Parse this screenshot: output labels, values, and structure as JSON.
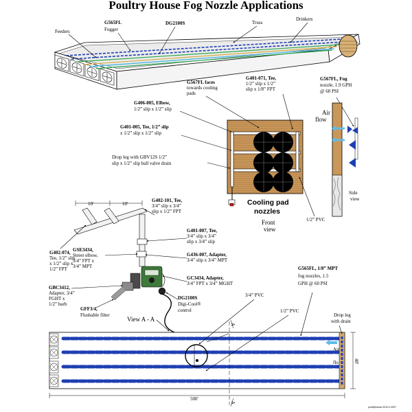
{
  "title": "Poultry House Fog Nozzle Applications",
  "top_labels": {
    "feeders": "Feeders",
    "fogger_code": "G565FL",
    "fogger": "Fogger",
    "dg": "DG2100S",
    "truss": "Truss",
    "drinkers": "Drinkers"
  },
  "cooling_pad": {
    "faces": [
      "G567FL faces",
      "towards cooling",
      "pads"
    ],
    "tee1": [
      "G401-071, Tee,",
      "1/2” slip x 1/2”",
      "slip x 1/8” FPT"
    ],
    "elbow": [
      "G406-005, Elbow,",
      "1/2” slip x 1/2” slip"
    ],
    "tee2": [
      "G401-005, Tee, 1/2” slip",
      "x 1/2” slip x 1/2” slip"
    ],
    "drop": [
      "Drop leg with GBV12S 1/2”",
      "slip x 1/2” slip ball valve drain"
    ],
    "fog_nozzle": [
      "G567FL, Fog",
      "nozzle, 1.9 GPH",
      "@ 60 PSI"
    ],
    "air_flow": [
      "Air",
      "flow"
    ],
    "side_view": [
      "Side",
      "view"
    ],
    "pad_title": [
      "Cooling pad",
      "nozzles"
    ],
    "front_view": [
      "Front",
      "view"
    ],
    "pvc_half": "1/2” PVC"
  },
  "fittings": {
    "dim1": "10'",
    "dim2": "10'",
    "g402_101": [
      "G402-101, Tee,",
      "3/4” slip x 3/4”",
      "slip x 1/2” FPT"
    ],
    "g401_007": [
      "G401-007, Tee,",
      "3/4” slip x 3/4”",
      "slip x 3/4” slip"
    ],
    "gse3434": [
      "GSE3434,",
      "Street elbow,",
      "3/4” FPT x",
      "3/4” MPT"
    ],
    "g402_074": [
      "G402-074,",
      "Tee, 1/2” slip",
      "x 1/2” slip x",
      "1/2” FPT"
    ],
    "g436_007": [
      "G436-007, Adapter,",
      "3/4” slip x 3/4” MPT"
    ],
    "gc3434": [
      "GC3434, Adapter,",
      "3/4” FPT x 3/4” MGHT"
    ],
    "gbc3412": [
      "GBC3412,",
      "Adapter, 3/4”",
      "FGHT x",
      "1/2” barb"
    ],
    "gff34": [
      "GFF3/4,",
      "Flushable filter"
    ],
    "dg2100s": [
      "DG2100S",
      "Digi-Cool®",
      "control"
    ]
  },
  "plan_view": {
    "g565fl": [
      "G565FL, 1/8” MPT",
      "fog nozzles, 1.5",
      "GPH @ 60 PSI"
    ],
    "drop_drain": [
      "Drop leg",
      "with drain"
    ],
    "pvc_34": "3/4” PVC",
    "pvc_12": "1/2” PVC",
    "view_aa": "View A - A",
    "section_a": "A",
    "air": "Air",
    "flo": "flo",
    "width": "40'",
    "length": "500'",
    "credit": "poultryhouse-2010-2-2007"
  }
}
